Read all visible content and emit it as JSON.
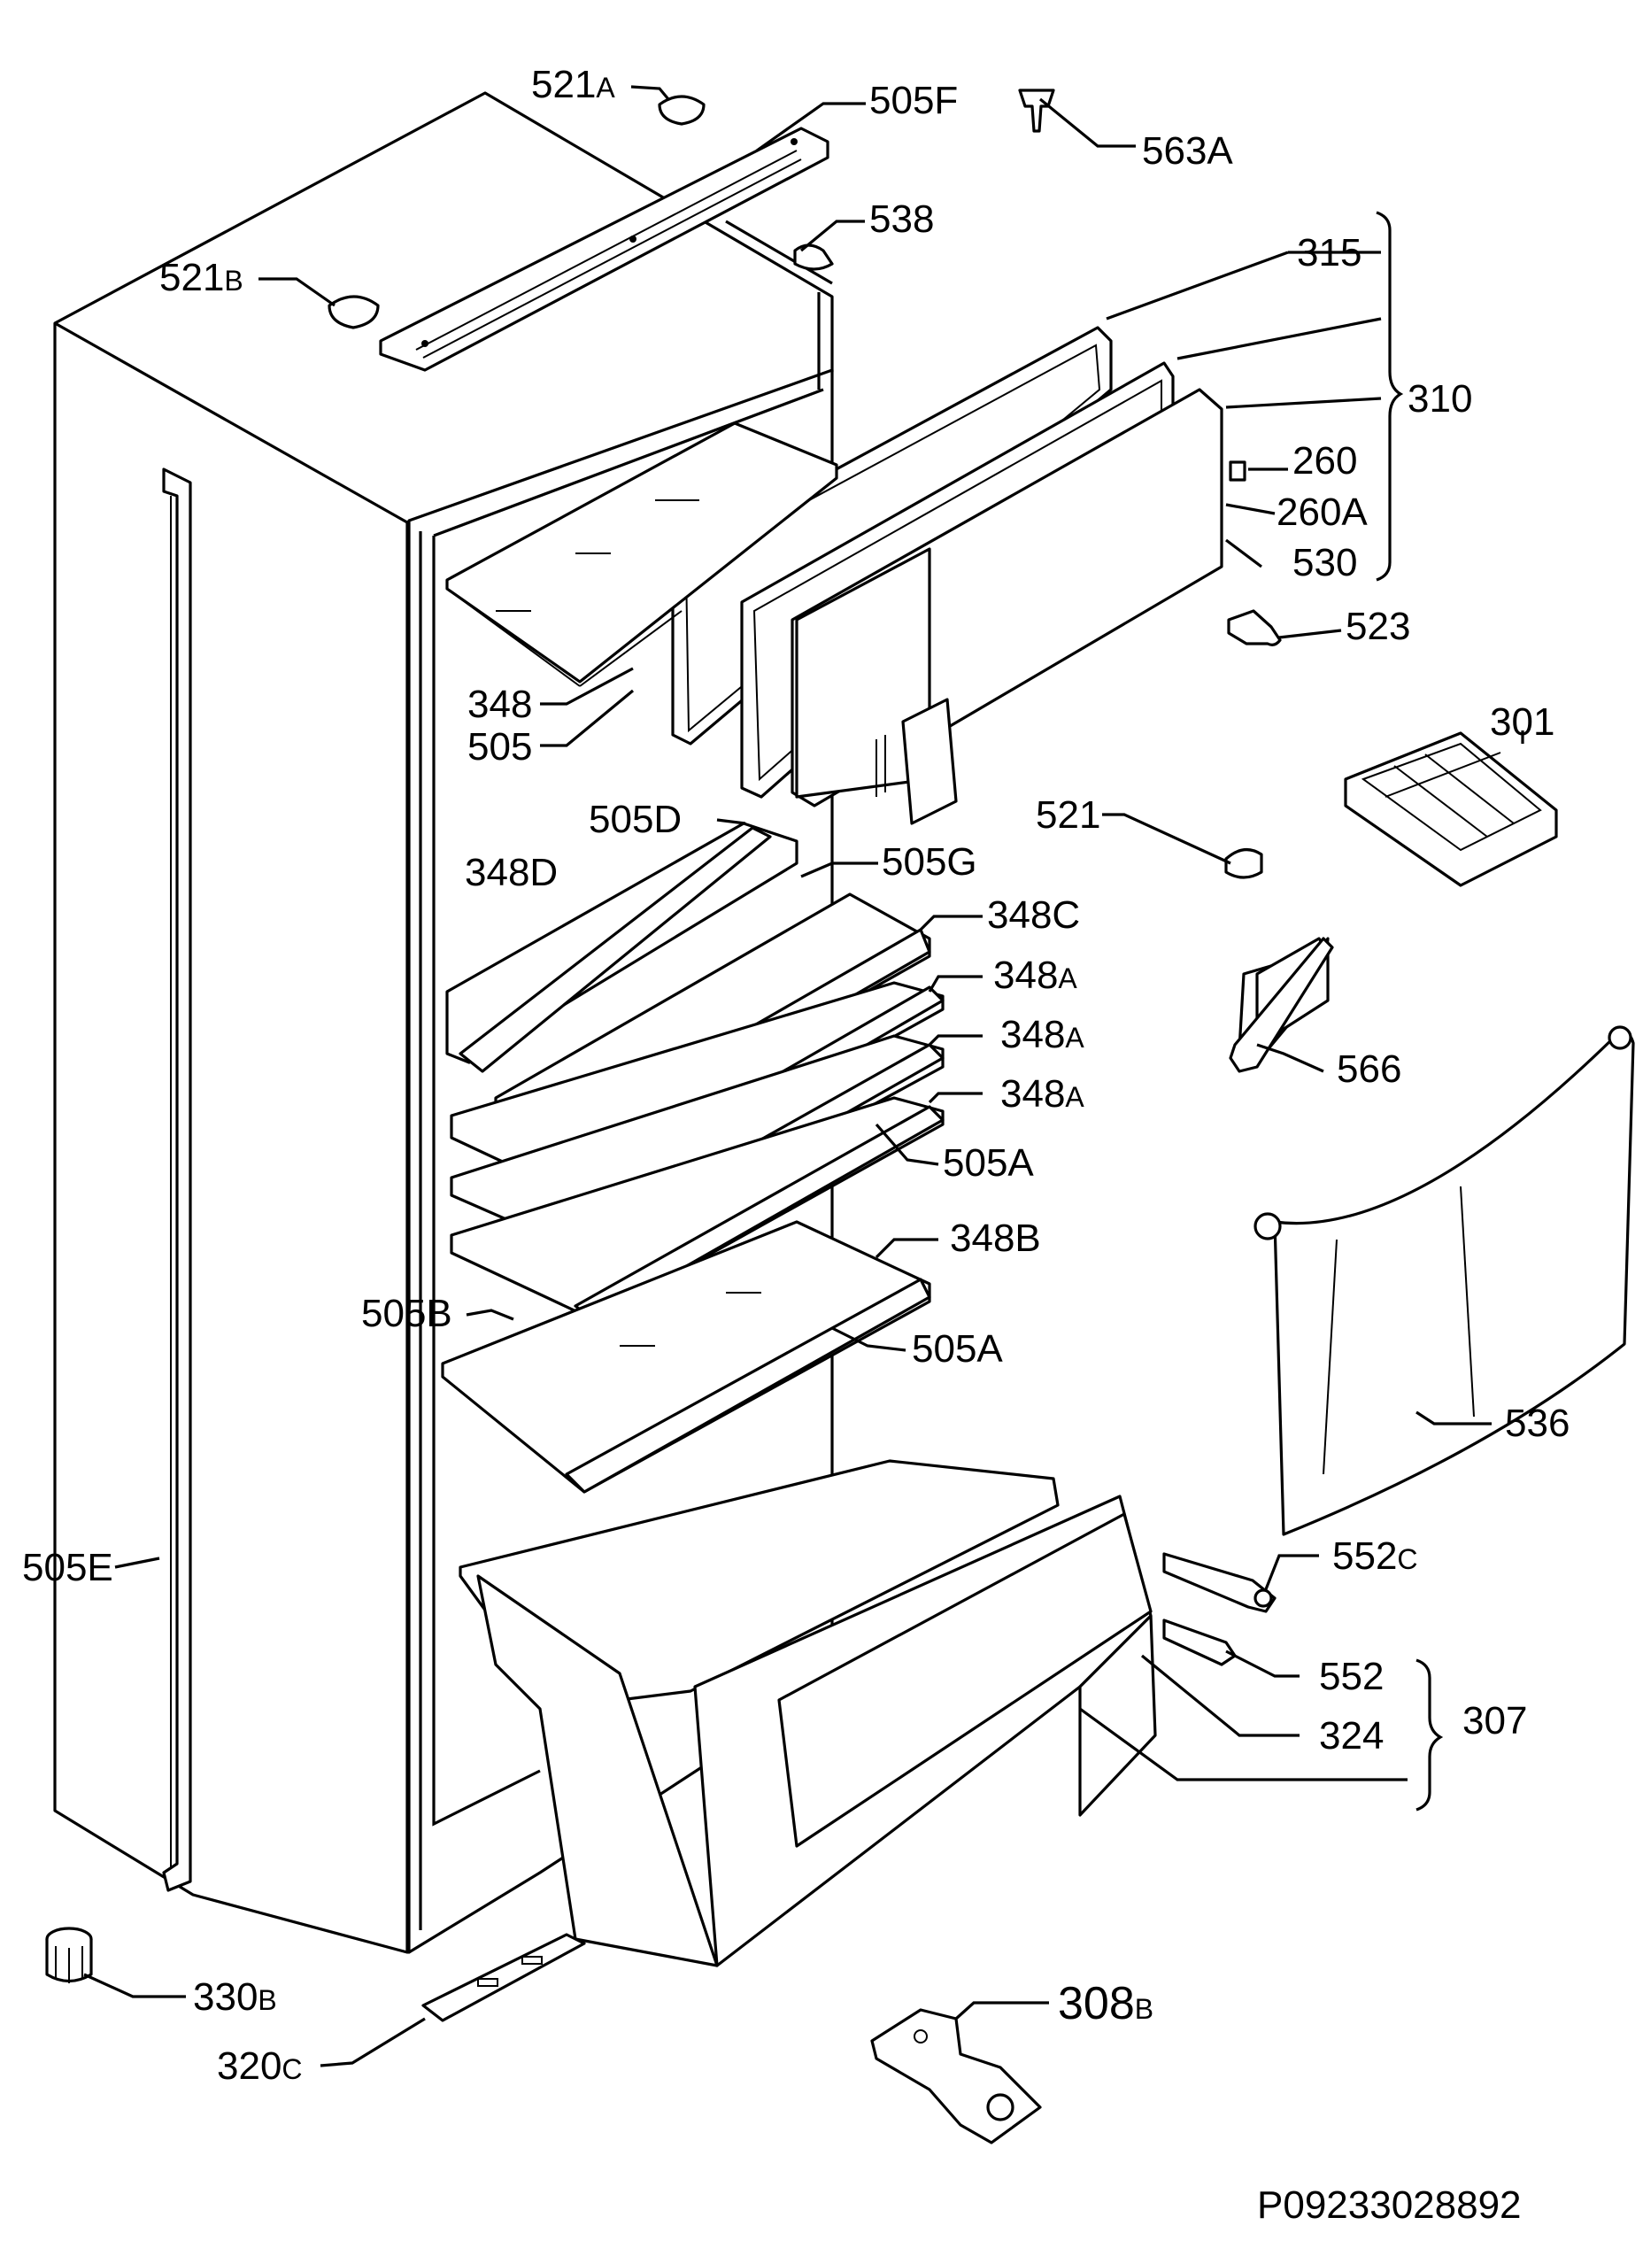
{
  "diagram": {
    "part_labels": [
      {
        "id": "521a",
        "num": "521",
        "suffix": "A"
      },
      {
        "id": "505f",
        "num": "505F",
        "suffix": ""
      },
      {
        "id": "563a",
        "num": "563A",
        "suffix": ""
      },
      {
        "id": "538",
        "num": "538",
        "suffix": ""
      },
      {
        "id": "521b",
        "num": "521",
        "suffix": "B"
      },
      {
        "id": "315",
        "num": "315",
        "suffix": ""
      },
      {
        "id": "310",
        "num": "310",
        "suffix": ""
      },
      {
        "id": "260",
        "num": "260",
        "suffix": ""
      },
      {
        "id": "260a",
        "num": "260A",
        "suffix": ""
      },
      {
        "id": "530",
        "num": "530",
        "suffix": ""
      },
      {
        "id": "523",
        "num": "523",
        "suffix": ""
      },
      {
        "id": "348",
        "num": "348",
        "suffix": ""
      },
      {
        "id": "505",
        "num": "505",
        "suffix": ""
      },
      {
        "id": "301",
        "num": "301",
        "suffix": ""
      },
      {
        "id": "521",
        "num": "521",
        "suffix": ""
      },
      {
        "id": "505d",
        "num": "505D",
        "suffix": ""
      },
      {
        "id": "505g",
        "num": "505G",
        "suffix": ""
      },
      {
        "id": "348d",
        "num": "348D",
        "suffix": ""
      },
      {
        "id": "348c",
        "num": "348C",
        "suffix": ""
      },
      {
        "id": "348a-1",
        "num": "348",
        "suffix": "A"
      },
      {
        "id": "348a-2",
        "num": "348",
        "suffix": "A"
      },
      {
        "id": "348a-3",
        "num": "348",
        "suffix": "A"
      },
      {
        "id": "566",
        "num": "566",
        "suffix": ""
      },
      {
        "id": "505a-1",
        "num": "505A",
        "suffix": ""
      },
      {
        "id": "348b",
        "num": "348B",
        "suffix": ""
      },
      {
        "id": "505b",
        "num": "505B",
        "suffix": ""
      },
      {
        "id": "505a-2",
        "num": "505A",
        "suffix": ""
      },
      {
        "id": "536",
        "num": "536",
        "suffix": ""
      },
      {
        "id": "505e",
        "num": "505E",
        "suffix": ""
      },
      {
        "id": "552c",
        "num": "552",
        "suffix": "C"
      },
      {
        "id": "552",
        "num": "552",
        "suffix": ""
      },
      {
        "id": "324",
        "num": "324",
        "suffix": ""
      },
      {
        "id": "307",
        "num": "307",
        "suffix": ""
      },
      {
        "id": "330b",
        "num": "330",
        "suffix": "B"
      },
      {
        "id": "308b",
        "num": "308",
        "suffix": "B"
      },
      {
        "id": "320c",
        "num": "320",
        "suffix": "C"
      }
    ],
    "drawing_code": "P09233028892"
  }
}
